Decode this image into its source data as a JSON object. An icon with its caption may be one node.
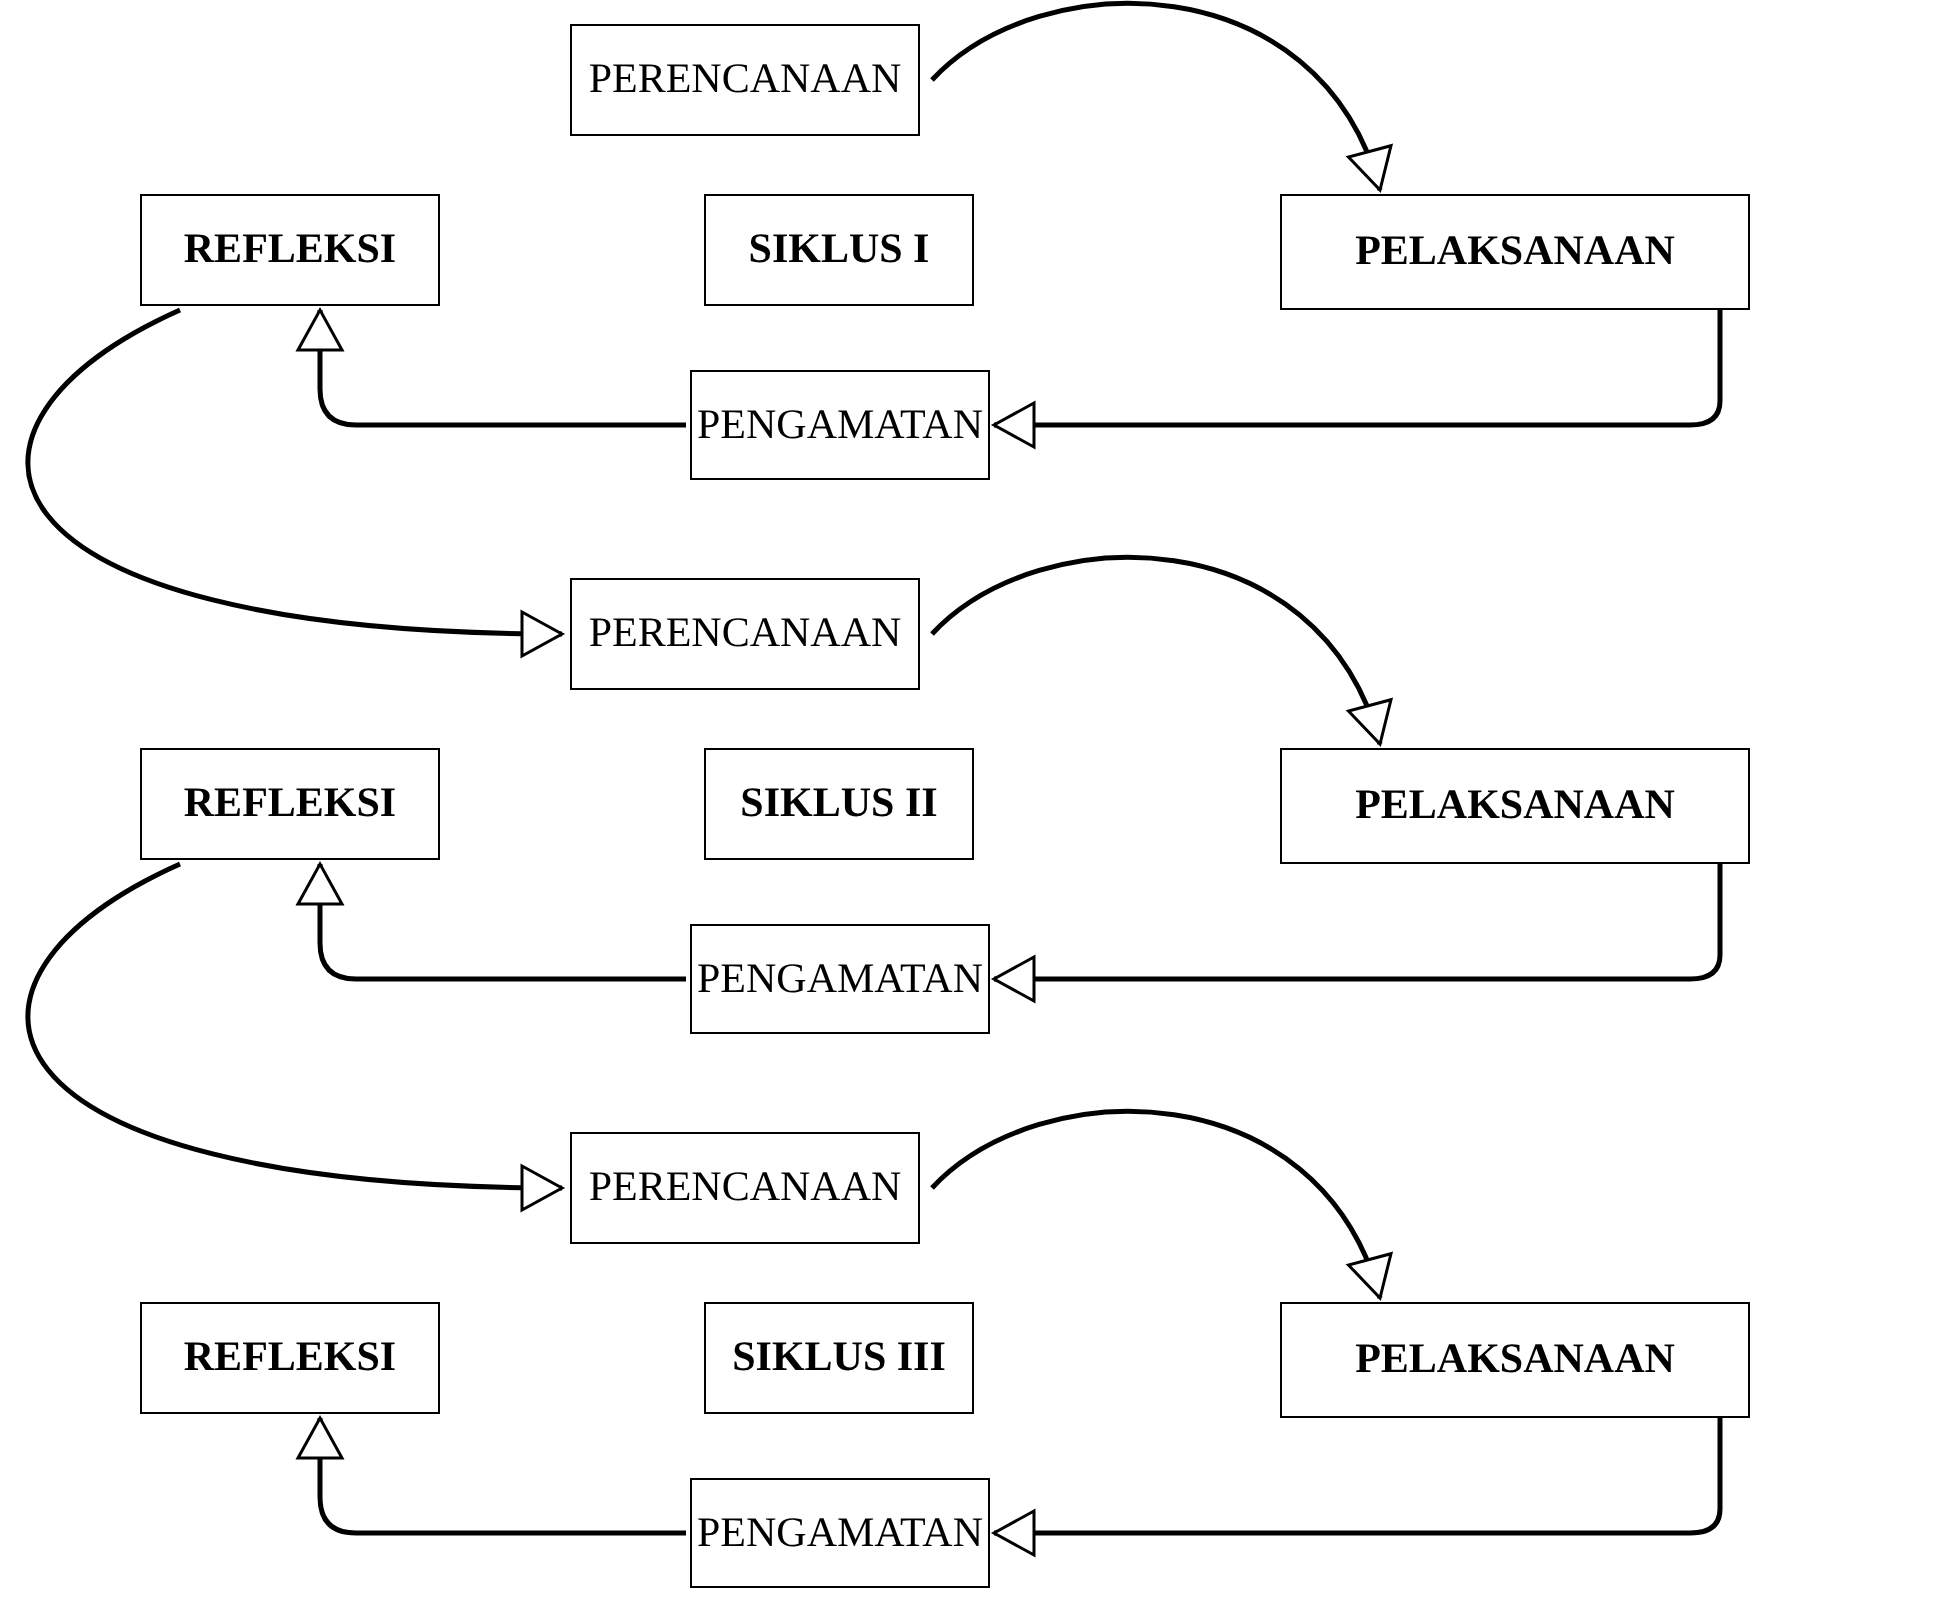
{
  "diagram": {
    "nodes": [
      {
        "text": [
          "PERENCANAAN"
        ]
      },
      {
        "text": [
          "REFLEKSI"
        ]
      },
      {
        "text": [
          "SIKLUS I"
        ]
      },
      {
        "text": [
          "PELAKSANAAN"
        ]
      },
      {
        "text": [
          "PENGAMATAN"
        ]
      },
      {
        "text": [
          "PERENCANAAN"
        ]
      },
      {
        "text": [
          "REFLEKSI"
        ]
      },
      {
        "text": [
          "SIKLUS II"
        ]
      },
      {
        "text": [
          "PELAKSANAAN"
        ]
      },
      {
        "text": [
          "PENGAMATAN"
        ]
      },
      {
        "text": [
          "PERENCANAAN"
        ]
      },
      {
        "text": [
          "REFLEKSI"
        ]
      },
      {
        "text": [
          "SIKLUS III"
        ]
      },
      {
        "text": [
          "PELAKSANAAN"
        ]
      },
      {
        "text": [
          "PENGAMATAN"
        ]
      }
    ],
    "edges": [
      {
        "from": 0,
        "to": 3,
        "arrow": "to"
      },
      {
        "from": 3,
        "to": 4,
        "arrow": "to"
      },
      {
        "from": 4,
        "to": 1,
        "arrow": "to"
      },
      {
        "from": 1,
        "to": 5,
        "arrow": "to"
      },
      {
        "from": 5,
        "to": 8,
        "arrow": "to"
      },
      {
        "from": 8,
        "to": 9,
        "arrow": "to"
      },
      {
        "from": 9,
        "to": 6,
        "arrow": "to"
      },
      {
        "from": 6,
        "to": 10,
        "arrow": "to"
      },
      {
        "from": 10,
        "to": 13,
        "arrow": "to"
      },
      {
        "from": 13,
        "to": 14,
        "arrow": "to"
      },
      {
        "from": 14,
        "to": 11,
        "arrow": "to"
      }
    ]
  }
}
